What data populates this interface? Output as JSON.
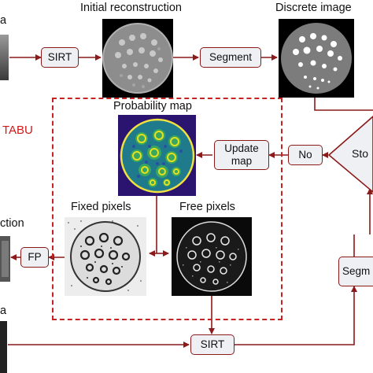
{
  "labels": {
    "initial_reconstruction": "Initial reconstruction",
    "discrete_image": "Discrete image",
    "probability_map": "Probability map",
    "fixed_pixels": "Fixed pixels",
    "free_pixels": "Free pixels",
    "tabu": "TABU",
    "left_top_partial": "a",
    "left_mid_partial": "ction",
    "left_bottom_partial": "a"
  },
  "boxes": {
    "sirt_top": "SIRT",
    "segment_top": "Segment",
    "update_map": "Update\nmap",
    "no": "No",
    "stop_partial": "Sto",
    "segment_right_partial": "Segm",
    "fp": "FP",
    "sirt_bottom": "SIRT"
  },
  "colors": {
    "arrow": "#8b1a1a",
    "box_fill": "#eef0f3",
    "tabu_frame": "#c62424",
    "tabu_text": "#d01818"
  }
}
